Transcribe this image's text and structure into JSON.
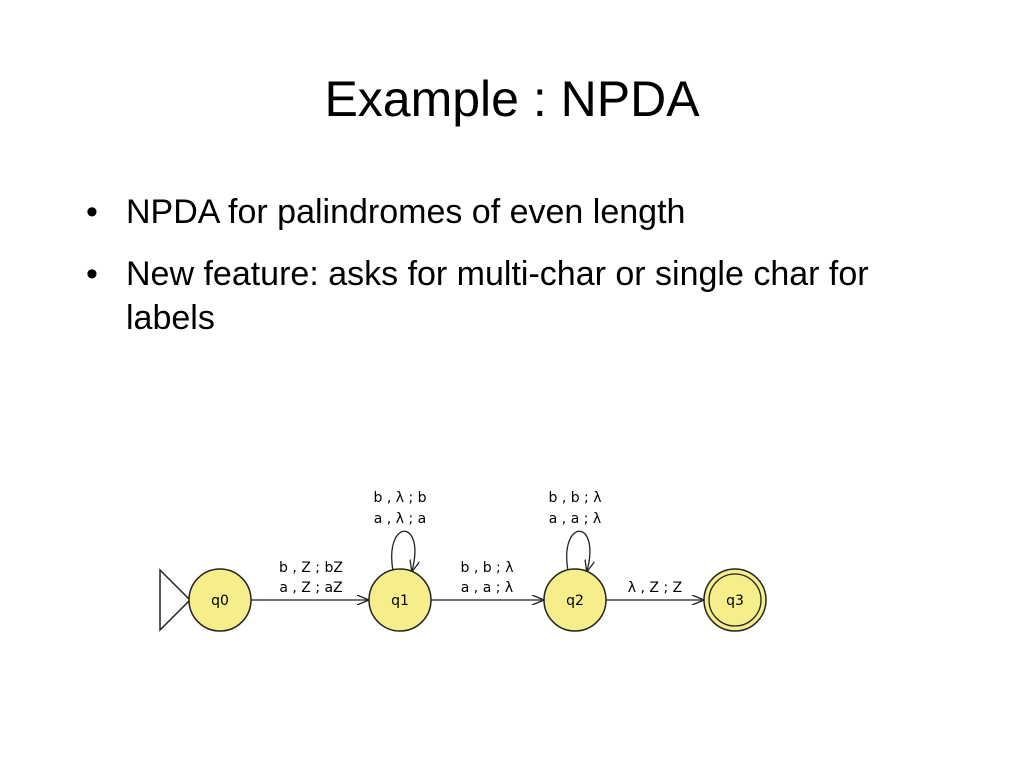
{
  "slide": {
    "title": "Example : NPDA",
    "bullets": [
      "NPDA for palindromes of even length",
      "New feature: asks for multi-char or single char for labels"
    ],
    "bullet_glyph": "•"
  },
  "diagram": {
    "state_fill": "#f5ee8a",
    "stroke": "#222222",
    "states": [
      {
        "id": "q0",
        "label": "q0",
        "initial": true,
        "final": false
      },
      {
        "id": "q1",
        "label": "q1",
        "initial": false,
        "final": false
      },
      {
        "id": "q2",
        "label": "q2",
        "initial": false,
        "final": false
      },
      {
        "id": "q3",
        "label": "q3",
        "initial": false,
        "final": true
      }
    ],
    "transitions": [
      {
        "from": "q0",
        "to": "q1",
        "labels": [
          "b , Z ; bZ",
          "a , Z ; aZ"
        ]
      },
      {
        "from": "q1",
        "to": "q1",
        "labels": [
          "b , λ ; b",
          "a , λ ; a"
        ]
      },
      {
        "from": "q1",
        "to": "q2",
        "labels": [
          "b , b ; λ",
          "a , a ; λ"
        ]
      },
      {
        "from": "q2",
        "to": "q2",
        "labels": [
          "b , b ; λ",
          "a , a ; λ"
        ]
      },
      {
        "from": "q2",
        "to": "q3",
        "labels": [
          "λ , Z ; Z"
        ]
      }
    ]
  }
}
